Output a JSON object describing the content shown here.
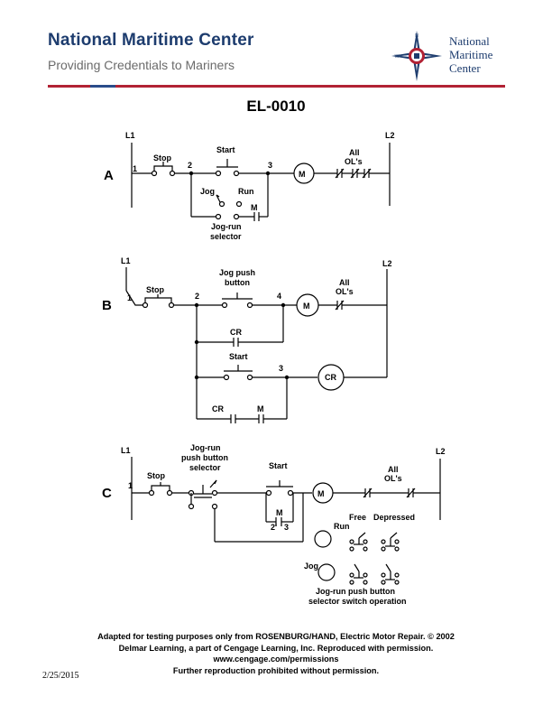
{
  "header": {
    "org_name": "National Maritime Center",
    "tagline": "Providing Credentials to Mariners",
    "logo_text": [
      "National",
      "Maritime",
      "Center"
    ]
  },
  "document": {
    "id": "EL-0010"
  },
  "diagram": {
    "A": {
      "letter": "A",
      "line1": "L1",
      "line2": "L2",
      "stop": "Stop",
      "start": "Start",
      "jog": "Jog",
      "run": "Run",
      "motor": "M",
      "contact_m": "M",
      "overloads": [
        "All",
        "OL's"
      ],
      "selector": [
        "Jog-run",
        "selector"
      ],
      "nodes": [
        "1",
        "2",
        "3"
      ]
    },
    "B": {
      "letter": "B",
      "line1": "L1",
      "line2": "L2",
      "stop": "Stop",
      "jog_push": [
        "Jog push",
        "button"
      ],
      "start": "Start",
      "motor": "M",
      "relay": "CR",
      "contact_cr1": "CR",
      "contact_cr2": "CR",
      "contact_m": "M",
      "overloads": [
        "All",
        "OL's"
      ],
      "nodes": [
        "1",
        "2",
        "4",
        "3"
      ]
    },
    "C": {
      "letter": "C",
      "line1": "L1",
      "line2": "L2",
      "stop": "Stop",
      "selector": [
        "Jog-run",
        "push button",
        "selector"
      ],
      "start": "Start",
      "motor": "M",
      "contact_m": "M",
      "node_2": "2",
      "node_3": "3",
      "node_1": "1",
      "overloads": [
        "All",
        "OL's"
      ],
      "run": "Run",
      "jog": "Jog",
      "free": "Free",
      "depressed": "Depressed",
      "operation": [
        "Jog-run push button",
        "selector switch operation"
      ]
    }
  },
  "footer": {
    "lines": [
      "Adapted for testing purposes only from ROSENBURG/HAND, Electric Motor Repair. © 2002",
      "Delmar Learning, a part of Cengage Learning, Inc. Reproduced with permission.",
      "www.cengage.com/permissions",
      "Further reproduction prohibited without permission."
    ],
    "date": "2/25/2015"
  }
}
